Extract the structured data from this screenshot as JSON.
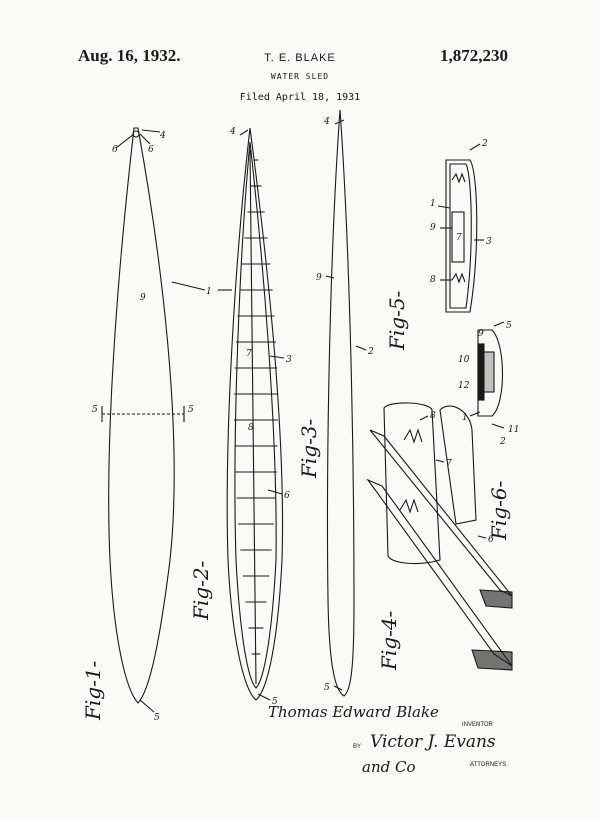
{
  "header": {
    "date": "Aug. 16, 1932.",
    "inventor_name": "T. E. BLAKE",
    "patent_number": "1,872,230",
    "title": "WATER SLED",
    "filed": "Filed April 18, 1931"
  },
  "figures": {
    "fig1": "Fig-1-",
    "fig2": "Fig-2-",
    "fig3": "Fig-3-",
    "fig4": "Fig-4-",
    "fig5": "Fig-5-",
    "fig6": "Fig-6-"
  },
  "refs": {
    "fig1": {
      "top_6a": "6",
      "top_6b": "6",
      "top_4": "4",
      "body_9": "9",
      "body_1": "1",
      "side_5a": "5",
      "side_5b": "5",
      "tip_5": "5"
    },
    "fig2": {
      "tip_4": "4",
      "r7": "7",
      "r3": "3",
      "r8": "8",
      "r6": "6",
      "tip_5": "5"
    },
    "fig3": {
      "tip_4": "4",
      "r9": "9",
      "r2": "2",
      "tip_5": "5"
    },
    "fig5": {
      "r2": "2",
      "r1": "1",
      "r9": "9",
      "r7": "7",
      "r3": "3",
      "r8": "8"
    },
    "fig6": {
      "r9": "9",
      "r5": "5",
      "r10": "10",
      "r12": "12",
      "r1": "1",
      "r2": "2",
      "r11": "11"
    },
    "fig4": {
      "r8": "8",
      "r7": "7",
      "r6": "6"
    }
  },
  "signatures": {
    "inventor": "Thomas Edward Blake",
    "inventor_label": "INVENTOR",
    "by": "BY",
    "attorney": "Victor J. Evans",
    "attorney_line2": "and Co",
    "attorney_label": "ATTORNEYS"
  }
}
